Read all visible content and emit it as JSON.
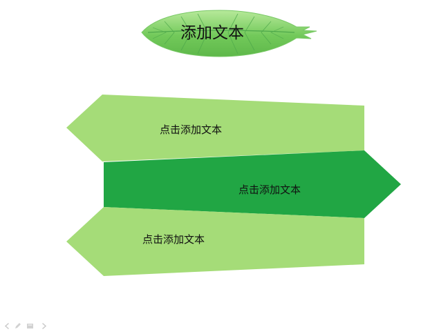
{
  "slide": {
    "title": "添加文本",
    "arrows": {
      "top": {
        "label": "点击添加文本"
      },
      "middle": {
        "label": "点击添加文本"
      },
      "bottom": {
        "label": "点击添加文本"
      }
    }
  },
  "colors": {
    "light_green": "#a5dc78",
    "dark_green": "#21a644",
    "leaf_green": "#8ccf73",
    "leaf_vein": "#3f9e47"
  },
  "toolbar": {
    "icons": [
      "arrow-left-icon",
      "pen-icon",
      "slides-icon",
      "arrow-right-icon"
    ]
  }
}
